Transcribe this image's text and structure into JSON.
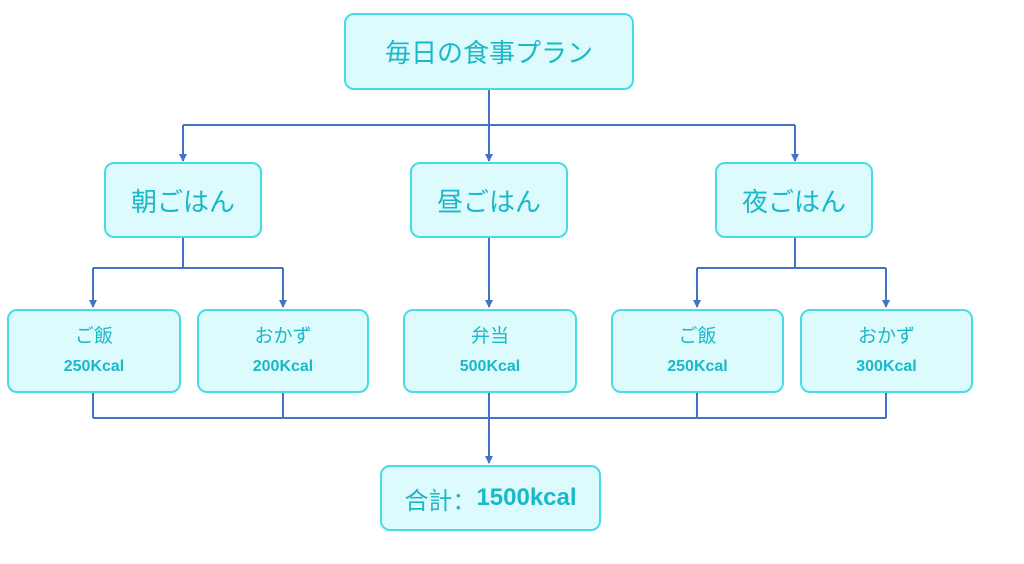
{
  "root": {
    "title": "毎日の食事プラン"
  },
  "meals": [
    {
      "label": "朝ごはん"
    },
    {
      "label": "昼ごはん"
    },
    {
      "label": "夜ごはん"
    }
  ],
  "items": [
    {
      "name": "ご飯",
      "kcal": "250Kcal"
    },
    {
      "name": "おかず",
      "kcal": "200Kcal"
    },
    {
      "name": "弁当",
      "kcal": "500Kcal"
    },
    {
      "name": "ご飯",
      "kcal": "250Kcal"
    },
    {
      "name": "おかず",
      "kcal": "300Kcal"
    }
  ],
  "total": {
    "label": "合計：",
    "value": "1500kcal"
  },
  "colors": {
    "node_fill": "#ddfafc",
    "node_border": "#45dce8",
    "text": "#18b9c8",
    "connector": "#4472c4"
  }
}
